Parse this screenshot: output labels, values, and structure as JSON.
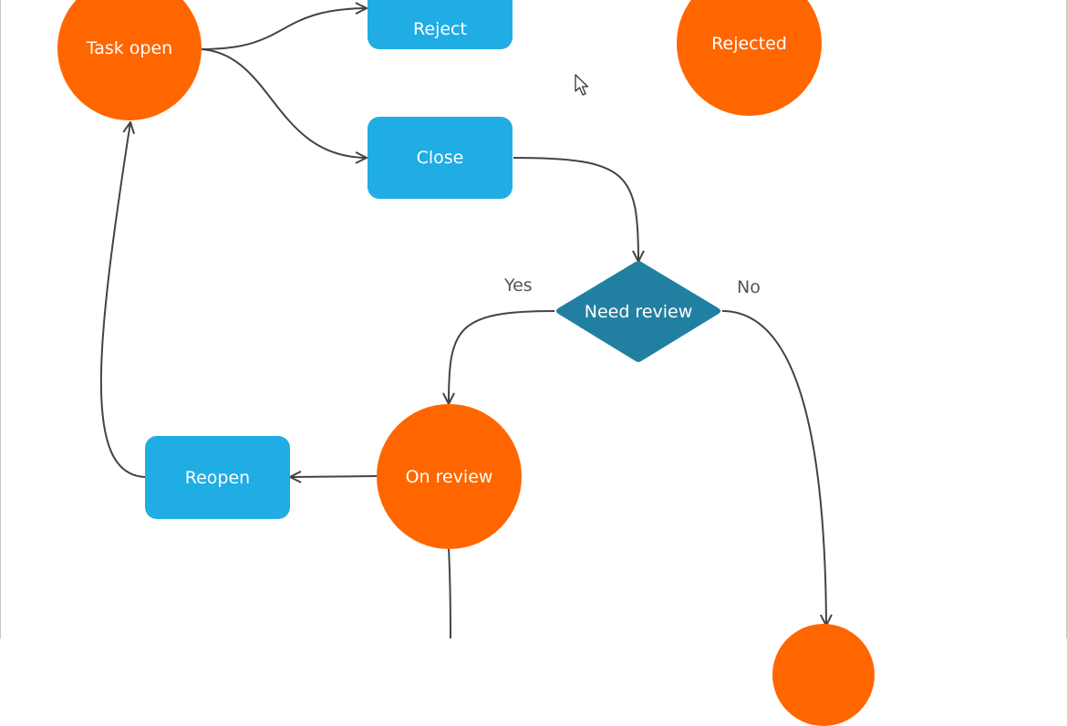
{
  "colors": {
    "state": "#ff6600",
    "action": "#1fade4",
    "decision": "#2180a1",
    "edge": "#444444",
    "edge_label": "#555555"
  },
  "nodes": {
    "task_open": "Task open",
    "reject": "Reject",
    "rejected": "Rejected",
    "close": "Close",
    "need_review": "Need review",
    "on_review": "On review",
    "reopen": "Reopen",
    "bottom_state": ""
  },
  "edge_labels": {
    "yes": "Yes",
    "no": "No"
  }
}
